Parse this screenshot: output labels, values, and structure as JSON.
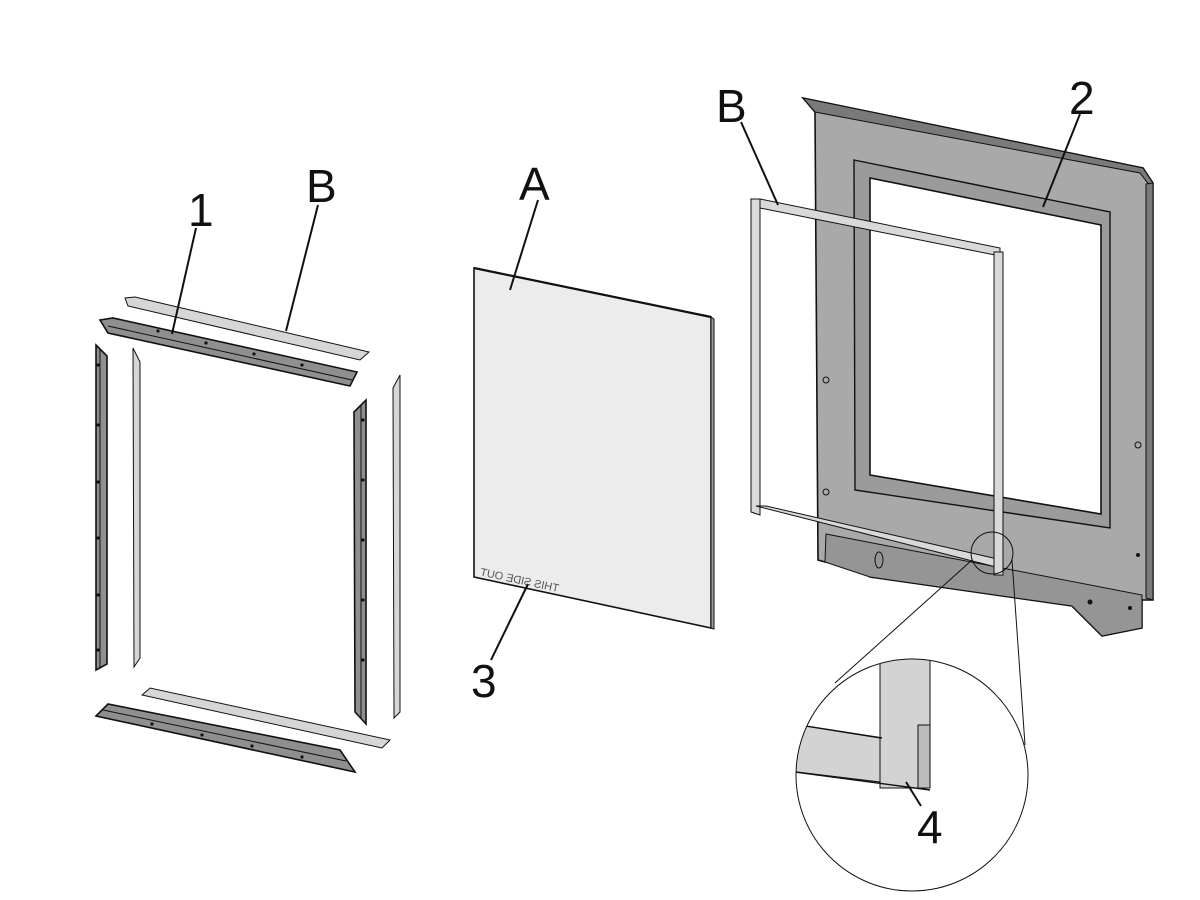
{
  "callouts": {
    "item_1": "1",
    "item_2": "2",
    "item_3": "3",
    "item_4": "4",
    "part_a": "A",
    "part_b_left": "B",
    "part_b_right": "B"
  },
  "panel_text": "THIS SIDE OUT",
  "colors": {
    "strip_dark": "#8f8f8f",
    "strip_light": "#d6d6d6",
    "glass": "#ececec",
    "door": "#a9a9a9",
    "line": "#111111"
  }
}
